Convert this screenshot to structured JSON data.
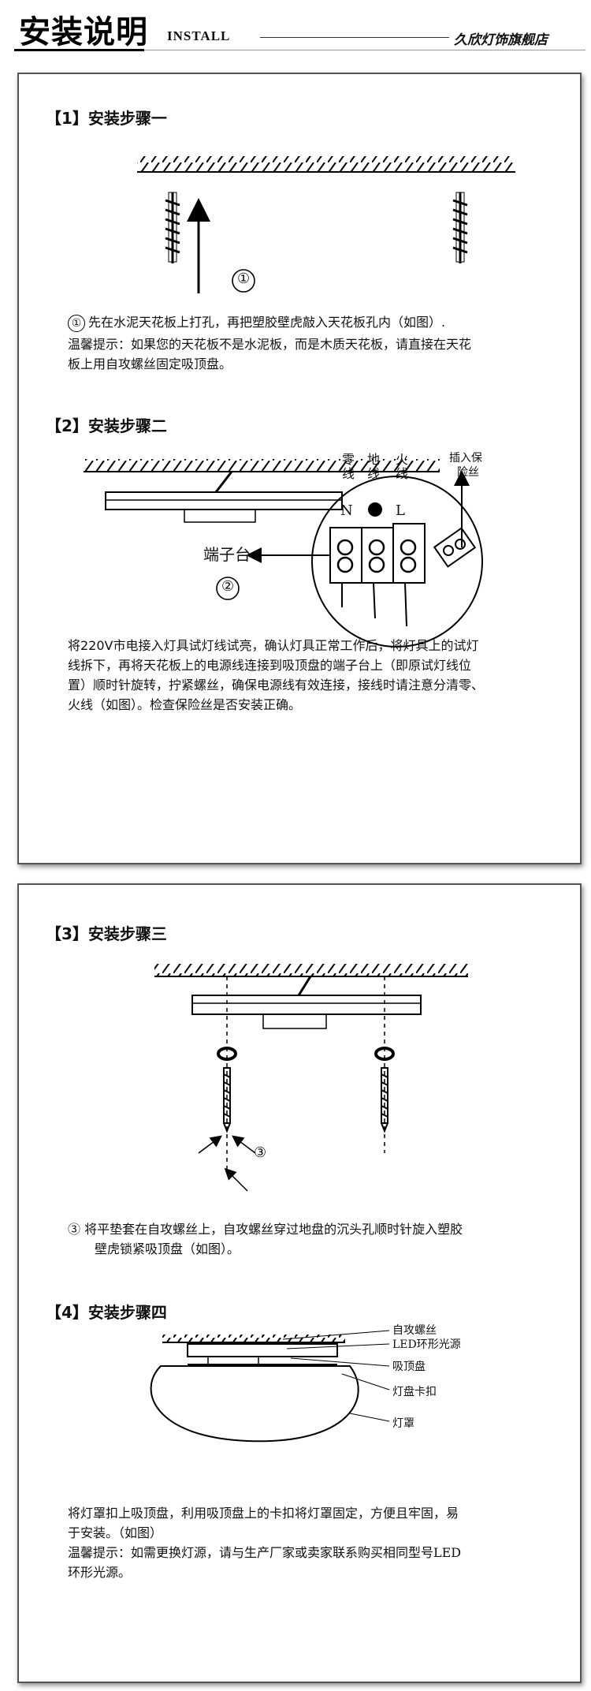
{
  "header": {
    "title": "安装说明",
    "subtitle": "INSTALL",
    "store": "久欣灯饰旗舰店"
  },
  "step1": {
    "heading": "【1】安装步骤一",
    "marker": "①",
    "text": "先在水泥天花板上打孔，再把塑胶壁虎敲入天花板孔内（如图）.",
    "tip_line1": "温馨提示：如果您的天花板不是水泥板，而是木质天花板，请直接在天花",
    "tip_line2": "板上用自攻螺丝固定吸顶盘。"
  },
  "step2": {
    "heading": "【2】安装步骤二",
    "wire_zero": "零线",
    "wire_ground": "地线",
    "wire_fire": "火线",
    "letter_n": "N",
    "letter_l": "L",
    "fuse_label_1": "插入保",
    "fuse_label_2": "险丝",
    "terminal_label": "端子台",
    "marker": "②",
    "text_line1": "将220V市电接入灯具试灯线试亮，确认灯具正常工作后，将灯具上的试灯",
    "text_line2": "线拆下，再将天花板上的电源线连接到吸顶盘的端子台上（即原试灯线位",
    "text_line3": "置）顺时针旋转，拧紧螺丝，确保电源线有效连接，接线时请注意分清零、",
    "text_line4": "火线（如图）。检查保险丝是否安装正确。"
  },
  "step3": {
    "heading": "【3】安装步骤三",
    "marker": "③",
    "text_line1": "将平垫套在自攻螺丝上，自攻螺丝穿过地盘的沉头孔顺时针旋入塑胶",
    "text_line2": "壁虎锁紧吸顶盘（如图）。"
  },
  "step4": {
    "heading": "【4】安装步骤四",
    "label_screw": "自攻螺丝",
    "label_led": "LED环形光源",
    "label_base": "吸顶盘",
    "label_clip": "灯盘卡扣",
    "label_cover": "灯罩",
    "text_line1": "将灯罩扣上吸顶盘，利用吸顶盘上的卡扣将灯罩固定，方便且牢固，易",
    "text_line2": "于安装。（如图）",
    "tip_line1": "温馨提示：如需更换灯源，请与生产厂家或卖家联系购买相同型号LED",
    "tip_line2": "环形光源。"
  }
}
